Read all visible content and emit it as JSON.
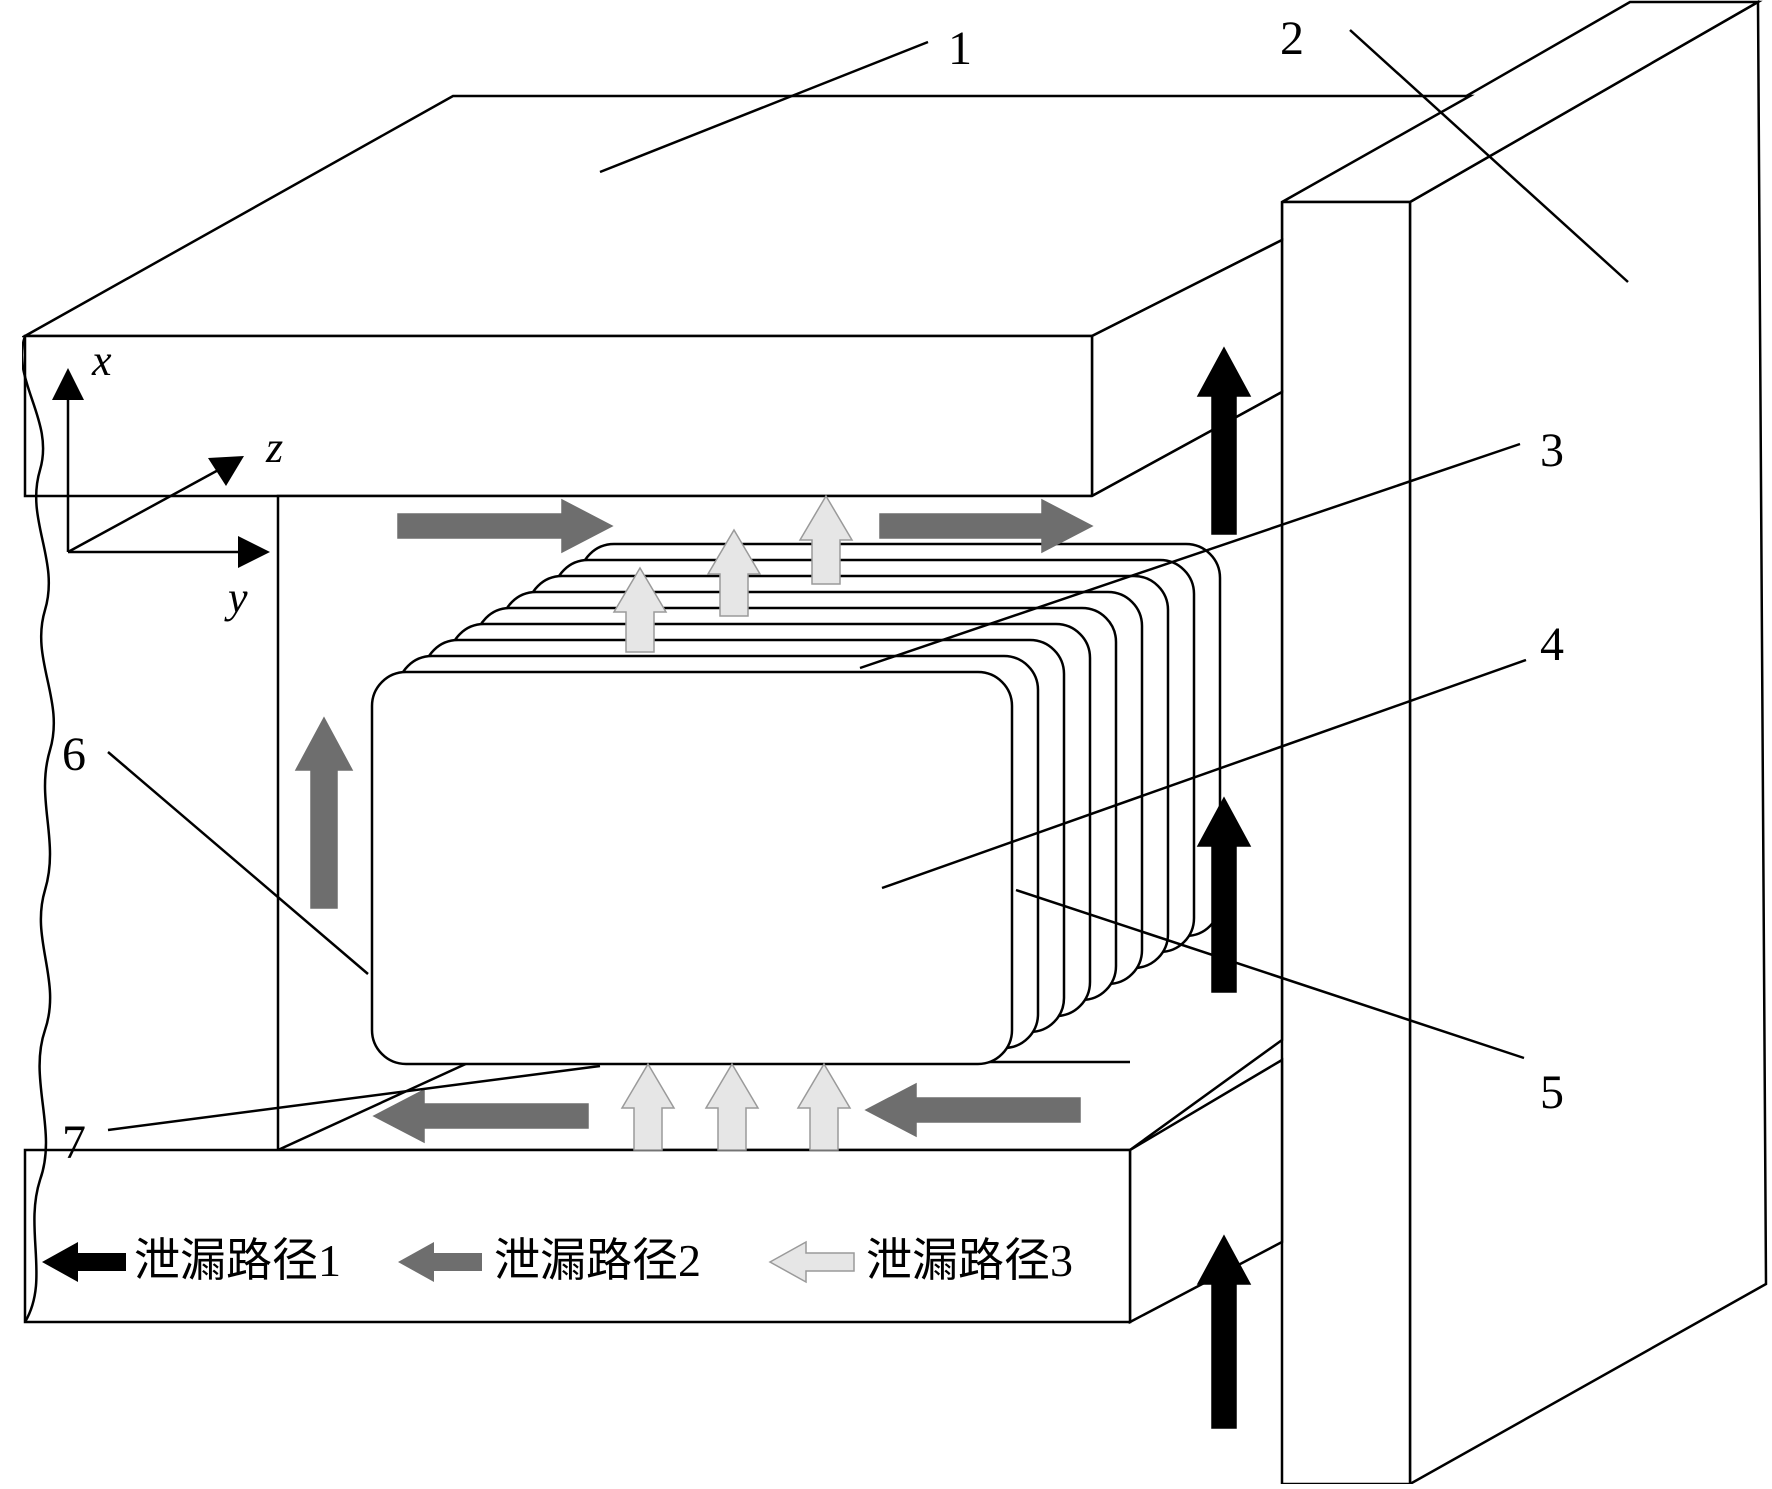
{
  "labels": {
    "n1": "1",
    "n2": "2",
    "n3": "3",
    "n4": "4",
    "n5": "5",
    "n6": "6",
    "n7": "7"
  },
  "axes": {
    "x": "x",
    "y": "y",
    "z": "z"
  },
  "legend": [
    {
      "label": "泄漏路径1",
      "color": "#000000"
    },
    {
      "label": "泄漏路径2",
      "color": "#6e6e6e"
    },
    {
      "label": "泄漏路径3",
      "color": "#e6e6e6"
    }
  ],
  "colors": {
    "path1": "#000000",
    "path2": "#6e6e6e",
    "path3": "#e6e6e6"
  }
}
